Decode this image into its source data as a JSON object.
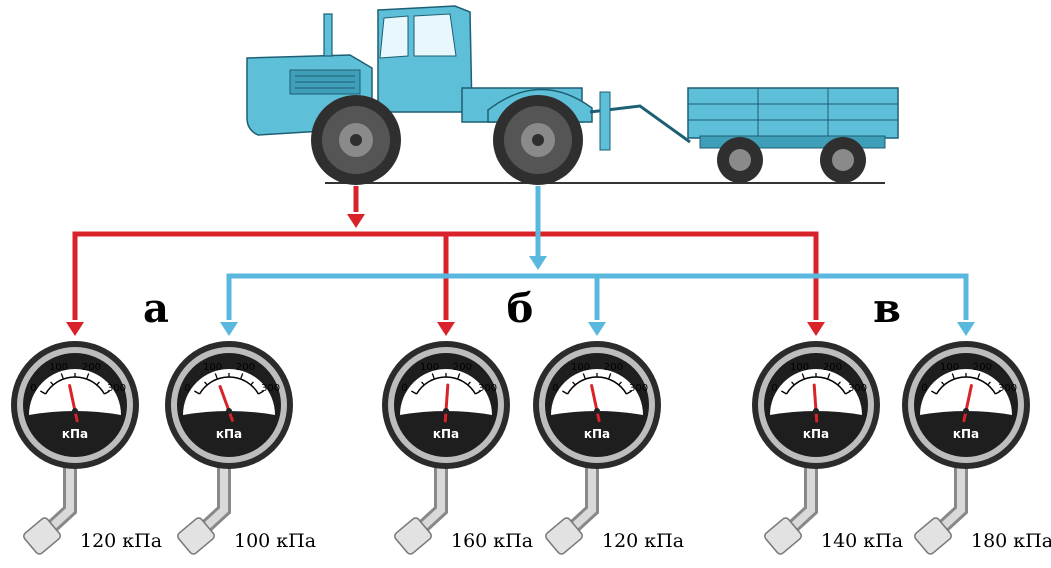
{
  "groups": [
    {
      "label": "а",
      "gauges": [
        {
          "value": 120,
          "text": "120 кПа",
          "line": "red"
        },
        {
          "value": 100,
          "text": "100 кПа",
          "line": "blue"
        }
      ]
    },
    {
      "label": "б",
      "gauges": [
        {
          "value": 160,
          "text": "160 кПа",
          "line": "red"
        },
        {
          "value": 120,
          "text": "120 кПа",
          "line": "blue"
        }
      ]
    },
    {
      "label": "в",
      "gauges": [
        {
          "value": 140,
          "text": "140 кПа",
          "line": "red"
        },
        {
          "value": 180,
          "text": "180 кПа",
          "line": "blue"
        }
      ]
    }
  ],
  "gauge": {
    "unit": "кПа",
    "scale_min": 0,
    "scale_max": 300,
    "tick_labels": [
      "0",
      "100",
      "200",
      "300"
    ]
  },
  "colors": {
    "front_axle_line": "#d8232a",
    "rear_axle_line": "#5ab8de",
    "vehicle": "#5ebfd8",
    "needle": "#d8232a"
  }
}
